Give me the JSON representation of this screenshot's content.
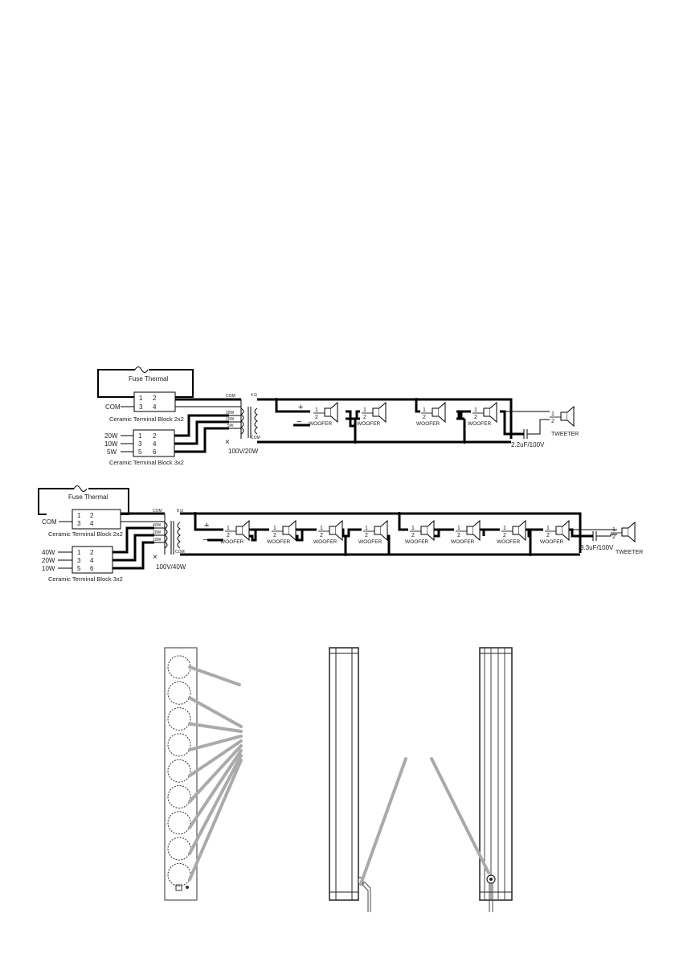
{
  "diagram1": {
    "fuse_label": "Fuse Thermal",
    "block_top": {
      "pins": [
        "1",
        "2",
        "3",
        "4"
      ],
      "left_label": "COM",
      "caption": "Ceramic Terminal Block 2x2"
    },
    "block_bottom": {
      "pins": [
        "1",
        "2",
        "3",
        "4",
        "5",
        "6"
      ],
      "left_labels": [
        "20W",
        "10W",
        "5W"
      ],
      "caption": "Ceramic Terminal Block 3x2"
    },
    "transformer": {
      "com_top": "COM",
      "taps": [
        "20W",
        "10W",
        "5W"
      ],
      "com_bottom": "COM",
      "ohm": "4 Ω",
      "rating": "100V/20W"
    },
    "woofer_label": "WOOFER",
    "woofer_pins": [
      "1",
      "2"
    ],
    "polarity": [
      "+",
      "−"
    ],
    "capacitor": "2.2uF/100V",
    "tweeter_label": "TWEETER"
  },
  "diagram2": {
    "fuse_label": "Fuse Thermal",
    "block_top": {
      "pins": [
        "1",
        "2",
        "3",
        "4"
      ],
      "left_label": "COM",
      "caption": "Ceramic Terminal Block 2x2"
    },
    "block_bottom": {
      "pins": [
        "1",
        "2",
        "3",
        "4",
        "5",
        "6"
      ],
      "left_labels": [
        "40W",
        "20W",
        "10W"
      ],
      "caption": "Ceramic Terminal Block 3x2"
    },
    "transformer": {
      "com_top": "COM",
      "taps": [
        "40W",
        "20W",
        "10W"
      ],
      "com_bottom": "COM",
      "ohm": "8 Ω",
      "rating": "100V/40W"
    },
    "woofer_label": "WOOFER",
    "woofer_pins": [
      "1",
      "2"
    ],
    "polarity": [
      "+",
      "−"
    ],
    "capacitor": "3.3uF/100V",
    "tweeter_label": "TWEETER"
  },
  "drawings": {
    "front_driver_count": 9,
    "views": [
      "front",
      "side",
      "back"
    ]
  }
}
